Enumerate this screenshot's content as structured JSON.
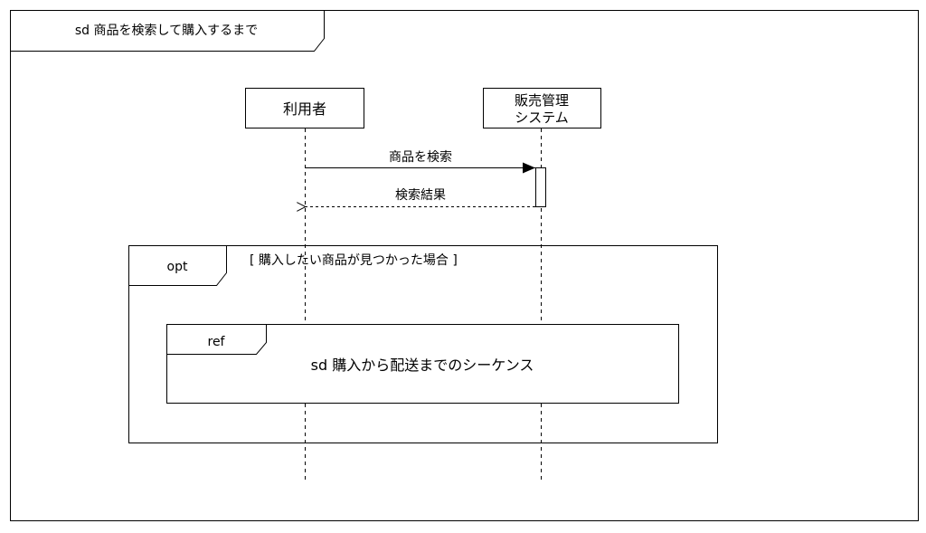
{
  "frame": {
    "title": "sd 商品を検索して購入するまで"
  },
  "lifelines": [
    {
      "id": "user",
      "label_lines": [
        "利用者"
      ]
    },
    {
      "id": "system",
      "label_lines": [
        "販売管理",
        "システム"
      ]
    }
  ],
  "messages": [
    {
      "label": "商品を検索",
      "kind": "sync"
    },
    {
      "label": "検索結果",
      "kind": "reply"
    }
  ],
  "fragment": {
    "operator": "opt",
    "guard": "[ 購入したい商品が見つかった場合 ]",
    "ref": {
      "tag": "ref",
      "label": "sd 購入から配送までのシーケンス"
    }
  }
}
